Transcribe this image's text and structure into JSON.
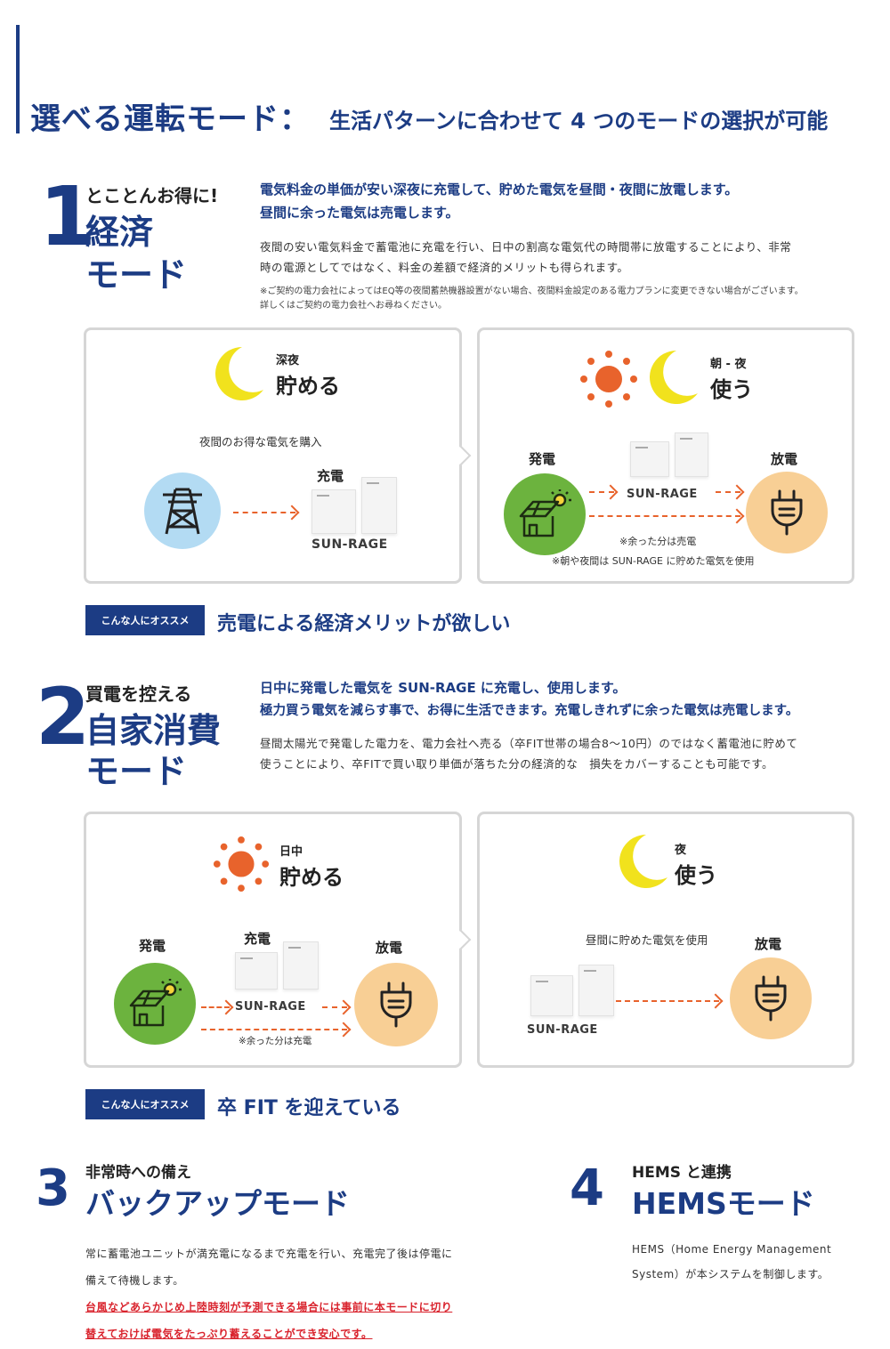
{
  "header": {
    "title_main": "選べる運転モード：",
    "title_sub": "生活パターンに合わせて 4 つのモードの選択が可能"
  },
  "mode1": {
    "number": "1",
    "small": "とことんお得に!",
    "name_line1": "経済",
    "name_line2": "モード",
    "lead_line1": "電気料金の単価が安い深夜に充電して、貯めた電気を昼間・夜間に放電します。",
    "lead_line2": "昼間に余った電気は売電します。",
    "body_line1": "夜間の安い電気料金で蓄電池に充電を行い、日中の割高な電気代の時間帯に放電することにより、非常",
    "body_line2": "時の電源としてではなく、料金の差額で経済的メリットも得られます。",
    "note_line1": "※ご契約の電力会社によってはEQ等の夜間蓄熱機器設置がない場合、夜間料金設定のある電力プランに変更できない場合がございます。",
    "note_line2": "詳しくはご契約の電力会社へお尋ねください。",
    "left": {
      "time": "深夜",
      "action": "貯める",
      "caption": "夜間のお得な電気を購入",
      "charge": "充電",
      "logo": "SUN-RAGE"
    },
    "right": {
      "time": "朝 - 夜",
      "action": "使う",
      "generate": "発電",
      "discharge": "放電",
      "logo": "SUN-RAGE",
      "note1": "※余った分は売電",
      "note2": "※朝や夜間は SUN-RAGE に貯めた電気を使用"
    },
    "badge": "こんな人にオススメ",
    "recommend": "売電による経済メリットが欲しい"
  },
  "mode2": {
    "number": "2",
    "small": "買電を控える",
    "name_line1": "自家消費",
    "name_line2": "モード",
    "lead_line1": "日中に発電した電気を SUN-RAGE に充電し、使用します。",
    "lead_line2": "極力買う電気を減らす事で、お得に生活できます。充電しきれずに余った電気は売電します。",
    "body_line1": "昼間太陽光で発電した電力を、電力会社へ売る（卒FIT世帯の場合8〜10円）のではなく蓄電池に貯めて",
    "body_line2": "使うことにより、卒FITで買い取り単価が落ちた分の経済的な　損失をカバーすることも可能です。",
    "left": {
      "time": "日中",
      "action": "貯める",
      "generate": "発電",
      "charge": "充電",
      "discharge": "放電",
      "logo": "SUN-RAGE",
      "note": "※余った分は充電"
    },
    "right": {
      "time": "夜",
      "action": "使う",
      "caption": "昼間に貯めた電気を使用",
      "discharge": "放電",
      "logo": "SUN-RAGE"
    },
    "badge": "こんな人にオススメ",
    "recommend": "卒 FIT を迎えている"
  },
  "mode3": {
    "number": "3",
    "small": "非常時への備え",
    "name": "バックアップモード",
    "body_line1": "常に蓄電池ユニットが満充電になるまで充電を行い、充電完了後は停電に",
    "body_line2": "備えて待機します。",
    "red_line1": "台風などあらかじめ上陸時刻が予測できる場合には事前に本モードに切り",
    "red_line2": "替えておけば電気をたっぷり蓄えることができ安心です。"
  },
  "mode4": {
    "number": "4",
    "small": "HEMS と連携",
    "name": "HEMSモード",
    "body_line1": "HEMS（Home Energy Management",
    "body_line2": "System）が本システムを制御します。"
  },
  "colors": {
    "navy": "#1c3c84",
    "orange": "#e8632c",
    "moon": "#f1e21d",
    "red": "#d9232d"
  },
  "icons": [
    "moon-icon",
    "sun-icon",
    "pylon-icon",
    "solar-house-icon",
    "plug-icon",
    "battery-unit"
  ]
}
